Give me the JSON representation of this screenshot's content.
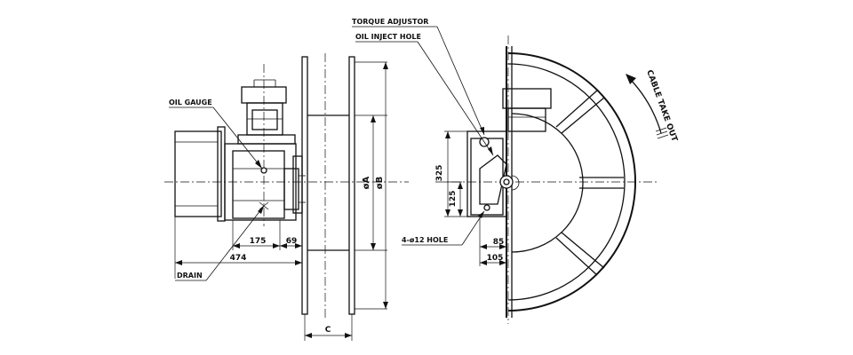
{
  "labels": {
    "oil_gauge": "OIL GAUGE",
    "drain": "DRAIN",
    "torque_adjustor": "TORQUE ADJUSTOR",
    "oil_inject_hole": "OIL INJECT HOLE",
    "holes": "4-ø12 HOLE",
    "cable_take_out": "CABLE TAKE OUT"
  },
  "dimensions": {
    "d175": "175",
    "d69": "69",
    "d474": "474",
    "dA": "øA",
    "dB": "øB",
    "dC": "C",
    "d325": "325",
    "d125": "125",
    "d85": "85",
    "d105": "105"
  }
}
